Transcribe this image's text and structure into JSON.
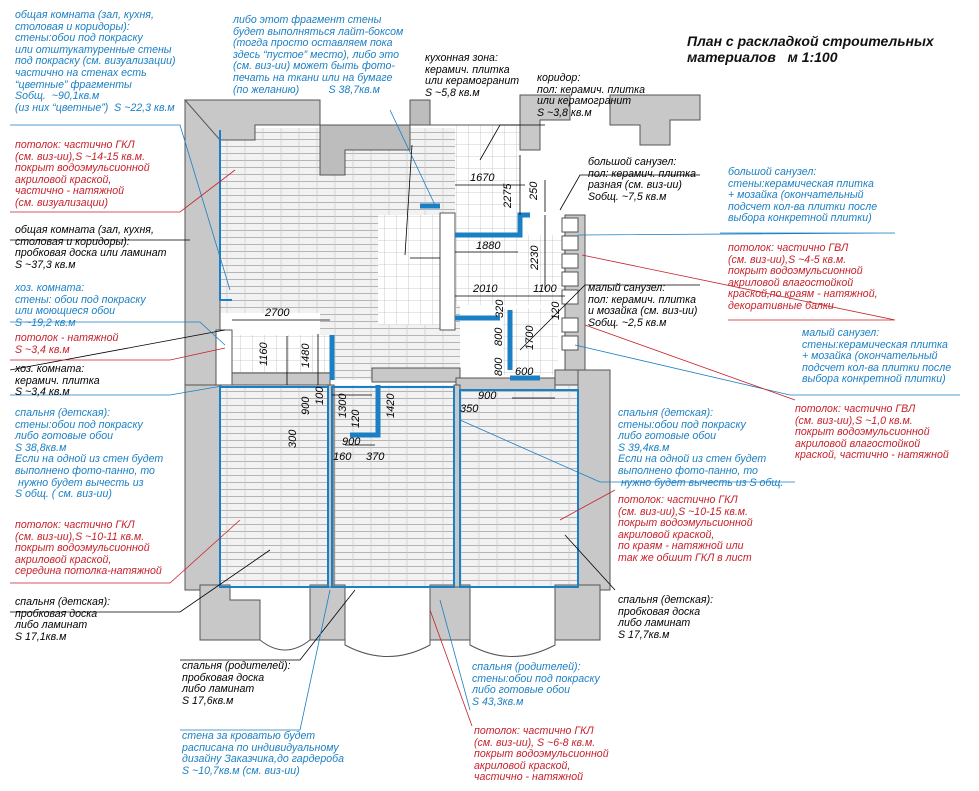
{
  "title": "План с раскладкой строительных\nматериалов   м 1:100",
  "colors": {
    "black": "#000000",
    "blue": "#1a7fc4",
    "red": "#c8202a",
    "wall": "#c8c8c8",
    "wall_stroke": "#555555",
    "floor_lines": "#b5b5b5",
    "partition": "#1a7fc4"
  },
  "notes": {
    "common_room_walls": "общая комната (зал, кухня,\nстоловая и коридоры):\nстены:обои под покраску\nили отштукатуренные стены\nпод покраску (см. визуализации)\nчастично на стенах есть\n“цветные” фрагменты\nSобщ.  ~90,1кв.м\n(из них “цветные”)  S ~22,3 кв.м",
    "lightbox_fragment": "либо этот фрагмент стены\nбудет выполняться лайт-боксом\n(тогда просто оставляем пока\nздесь “пустое” место), либо это\n(см. виз-ии) может быть фото-\nпечать на ткани или на бумаге\n(по желанию)          S 38,7кв.м",
    "kitchen_zone": "кухонная зона:\nкерамич. плитка\nили керамогранит\nS ~5,8 кв.м",
    "corridor": "коридор:\nпол: керамич. плитка\nили керамогранит\nS ~3,8 кв.м",
    "common_ceiling": "потолок: частично ГКЛ\n(см. виз-ии),S ~14-15 кв.м.\nпокрыт водоэмульсионной\nакриловой краской,\nчастично - натяжной\n(см. визуализации)",
    "big_bath_floor": "большой санузел:\nпол: керамич. плитка\nразная (см. виз-ии)\nSобщ. ~7,5 кв.м",
    "big_bath_walls": "большой санузел:\nстены:керамическая плитка\n+ мозайка (окончательный\nподсчет кол-ва плитки после\nвыбора конкретной плитки)",
    "common_floor": "общая комната (зал, кухня,\nстоловая и коридоры):\nпробковая доска или ламинат\nS ~37,3 кв.м",
    "big_bath_ceiling": "потолок: частично ГВЛ\n(см. виз-ии),S ~4-5 кв.м.\nпокрыт водоэмульсионной\nакриловой влагостойкой\nкраской,по краям - натяжной,\nдекоративные балки",
    "utility_walls": "хоз. комната:\nстены: обои под покраску\nили моющиеся обои\nS ~19,2 кв.м",
    "utility_ceiling": "потолок - натяжной\nS ~3,4 кв.м",
    "small_bath_floor": "малый санузел:\nпол: керамич. плитка\nи мозайка (см. виз-ии)\nSобщ. ~2,5 кв.м",
    "small_bath_walls": "малый санузел:\nстены:керамическая плитка\n+ мозайка (окончательный\nподсчет кол-ва плитки после\nвыбора конкретной плитки)",
    "utility_floor": "хоз. комната:\nкерамич. плитка\nS ~3,4 кв.м",
    "kids_left_walls": "спальня (детская):\nстены:обои под покраску\nлибо готовые обои\nS 38,8кв.м\nЕсли на одной из стен будет\nвыполнено фото-панно, то\n нужно будет вычесть из\nS общ. ( см. виз-ии)",
    "kids_right_walls": "спальня (детская):\nстены:обои под покраску\nлибо готовые обои\nS 39,4кв.м\nЕсли на одной из стен будет\nвыполнено фото-панно, то\n нужно будет вычесть из S общ.",
    "small_bath_ceiling": "потолок: частично ГВЛ\n(см. виз-ии),S ~1,0 кв.м.\nпокрыт водоэмульсионной\nакриловой влагостойкой\nкраской, частично - натяжной",
    "kids_left_ceiling": "потолок: частично ГКЛ\n(см. виз-ии),S ~10-11 кв.м.\nпокрыт водоэмульсионной\nакриловой краской,\nсередина потолка-натяжной",
    "kids_right_ceiling": "потолок: частично ГКЛ\n(см. виз-ии),S ~10-15 кв.м.\nпокрыт водоэмульсионной\nакриловой краской,\nпо краям - натяжной или\nтак же обшит ГКЛ в лист",
    "kids_left_floor": "спальня (детская):\nпробковая доска\nлибо ламинат\nS 17,1кв.м",
    "kids_right_floor": "спальня (детская):\nпробковая доска\nлибо ламинат\nS 17,7кв.м",
    "parents_floor": "спальня (родителей):\nпробковая доска\nлибо ламинат\nS 17,6кв.м",
    "parents_walls": "спальня (родителей):\nстены:обои под покраску\nлибо готовые обои\nS 43,3кв.м",
    "bed_wall": "стена за кроватью будет\nрасписана по индивидуальному\nдизайну Заказчика,до гардероба\nS ~10,7кв.м (см. виз-ии)",
    "parents_ceiling": "потолок: частично ГКЛ\n(см. виз-ии), S ~6-8 кв.м.\nпокрыт водоэмульсионной\nакриловой краской,\nчастично - натяжной"
  },
  "dimensions": [
    "1670",
    "2275",
    "250",
    "1880",
    "2230",
    "2010",
    "1100",
    "320",
    "1700",
    "120",
    "2700",
    "1160",
    "1480",
    "800",
    "800",
    "600",
    "900",
    "100",
    "1300",
    "1420",
    "120",
    "900",
    "350",
    "300",
    "900",
    "160",
    "370"
  ]
}
